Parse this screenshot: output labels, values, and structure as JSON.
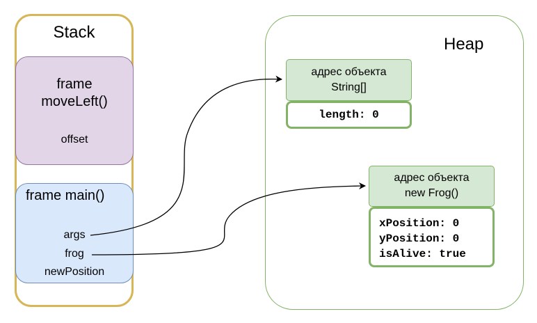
{
  "stack": {
    "title": "Stack",
    "frame_move_left": {
      "title_line1": "frame",
      "title_line2": "moveLeft()",
      "var": "offset"
    },
    "frame_main": {
      "title": "frame main()",
      "vars": [
        "args",
        "frog",
        "newPosition"
      ]
    }
  },
  "heap": {
    "title": "Heap",
    "string_array": {
      "header_line1": "адрес объекта",
      "header_line2": "String[]",
      "fields": [
        "length: 0"
      ]
    },
    "frog": {
      "header_line1": "адрес объекта",
      "header_line2": "new Frog()",
      "fields": [
        "xPosition: 0",
        "yPosition: 0",
        "isAlive: true"
      ]
    }
  },
  "colors": {
    "stack_border": "#d6b656",
    "frame_move_fill": "#e1d5e7",
    "frame_move_border": "#9673a6",
    "frame_main_fill": "#dae8fc",
    "frame_main_border": "#6c8ebf",
    "heap_border": "#82b366",
    "object_header_fill": "#d5e8d4"
  }
}
